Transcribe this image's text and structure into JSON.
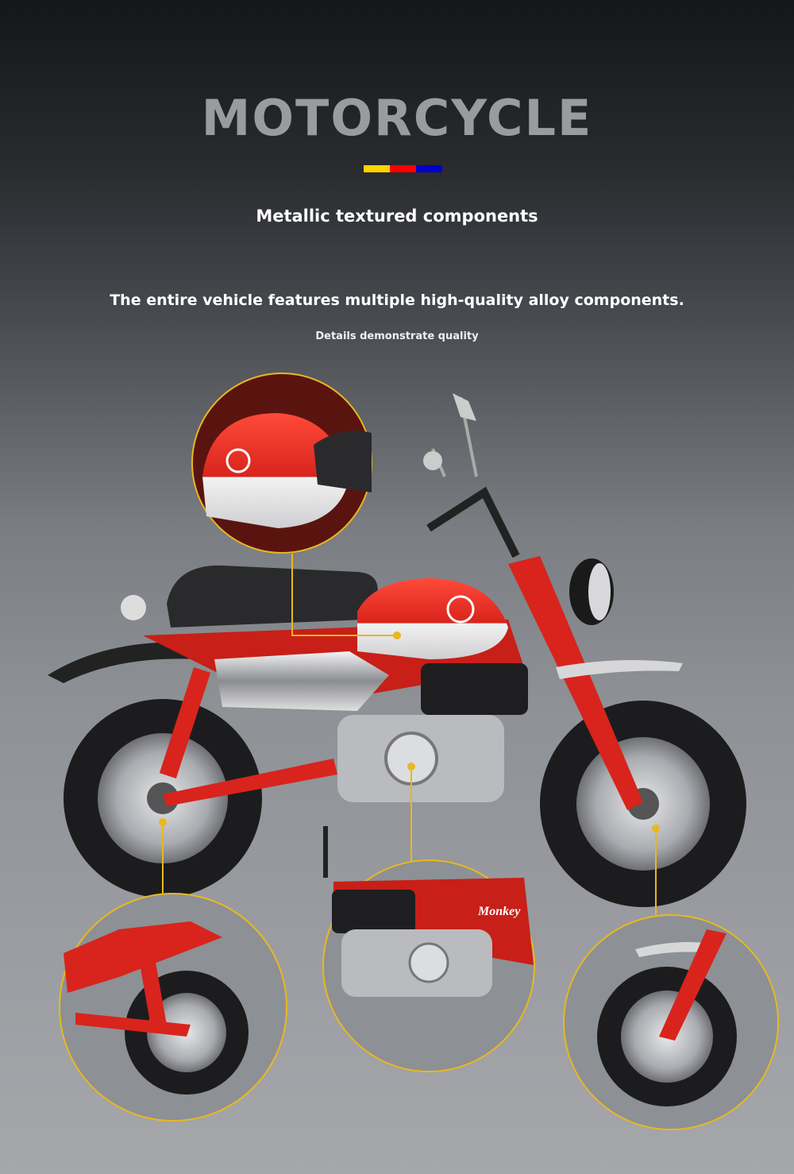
{
  "header": {
    "title": "MOTORCYCLE",
    "accent_colors": [
      "#ffd200",
      "#ff0000",
      "#0000cc"
    ],
    "subtitle": "Metallic textured components",
    "description": "The entire vehicle features multiple high-quality alloy components.",
    "tagline": "Details demonstrate quality"
  },
  "product": {
    "image": "red-mini-motorcycle-model",
    "body_color": "#d8241c",
    "callout_color": "#e8b820",
    "detail_views": [
      "fuel-tank",
      "rear-wheel-shock",
      "engine",
      "front-wheel-fork"
    ],
    "engine_badge": "Monkey"
  }
}
